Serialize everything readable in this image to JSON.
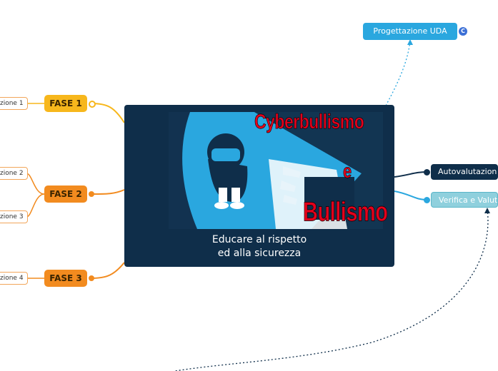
{
  "central": {
    "title": "Educare al rispetto\ned alla sicurezza",
    "image_words": [
      "Cyberbullismo",
      "e",
      "Bullismo"
    ]
  },
  "top_node": {
    "label": "Progettazione UDA",
    "badge": "C"
  },
  "phases": [
    {
      "label": "FASE 1",
      "color": "#f7b71c"
    },
    {
      "label": "FASE 2",
      "color": "#f28b1f"
    },
    {
      "label": "FASE 3",
      "color": "#f28b1f"
    }
  ],
  "lessons": [
    "zione 1",
    "zione 2",
    "zione 3",
    "zione 4"
  ],
  "right_nodes": [
    {
      "label": "Autovalutazion",
      "bg": "#0f2e4a",
      "fg": "#ffffff"
    },
    {
      "label": "Verifica e Valut",
      "bg": "#8fd0dd",
      "fg": "#ffffff"
    }
  ],
  "colors": {
    "central_bg": "#0f2e4a",
    "accent_blue": "#2aa7df",
    "text_red": "#e3001b"
  }
}
